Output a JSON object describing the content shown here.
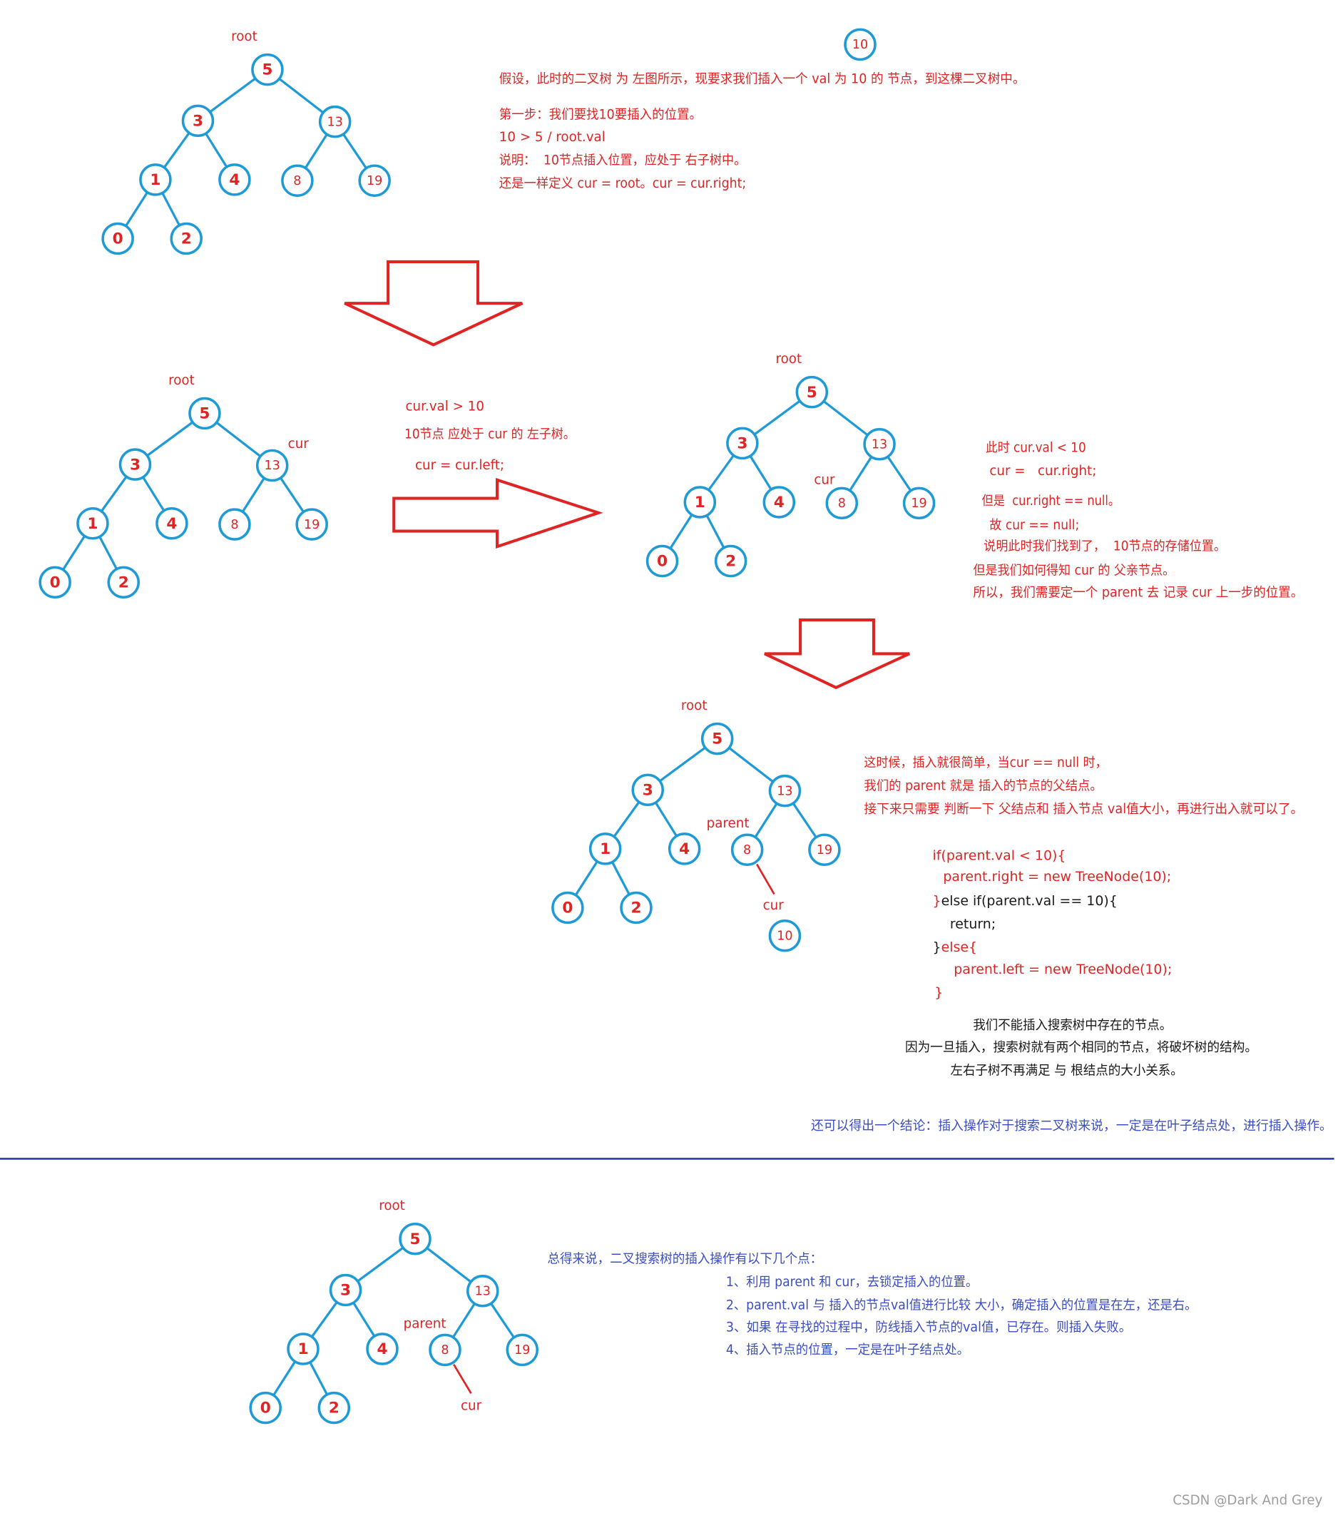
{
  "colors": {
    "red": "#e02424",
    "node_stroke": "#1e9ad6",
    "note_blue": "#3b4ec4",
    "divider": "#3641b8",
    "text": "#1a1a1a",
    "watermark": "#9d9d9d"
  },
  "insert_node": "10",
  "trees": [
    {
      "root_label": "root",
      "nodes": [
        "5",
        "3",
        "13",
        "1",
        "4",
        "8",
        "19",
        "0",
        "2"
      ]
    },
    {
      "root_label": "root",
      "nodes": [
        "5",
        "3",
        "13",
        "1",
        "4",
        "8",
        "19",
        "0",
        "2"
      ],
      "cur_label": "cur"
    },
    {
      "root_label": "root",
      "nodes": [
        "5",
        "3",
        "13",
        "1",
        "4",
        "8",
        "19",
        "0",
        "2"
      ],
      "cur_label": "cur"
    },
    {
      "root_label": "root",
      "nodes": [
        "5",
        "3",
        "13",
        "1",
        "4",
        "8",
        "19",
        "0",
        "2"
      ],
      "parent_label": "parent",
      "cur_label": "cur",
      "new_node": "10"
    },
    {
      "root_label": "root",
      "nodes": [
        "5",
        "3",
        "13",
        "1",
        "4",
        "8",
        "19",
        "0",
        "2"
      ],
      "parent_label": "parent",
      "cur_label": "cur"
    }
  ],
  "step1": {
    "lines": [
      "假设，此时的二叉树 为 左图所示，现要求我们插入一个 val 为 10 的 节点，到这棵二叉树中。",
      "第一步：我们要找10要插入的位置。",
      "10 > 5 / root.val",
      "说明：  10节点插入位置，应处于 右子树中。",
      "还是一样定义 cur = root。cur = cur.right;"
    ]
  },
  "step2": {
    "lines": [
      "cur.val > 10",
      "10节点 应处于 cur 的 左子树。",
      "cur = cur.left;"
    ]
  },
  "step3": {
    "lines": [
      "此时 cur.val < 10",
      "cur =   cur.right;",
      "但是  cur.right == null。",
      "故 cur == null;",
      "说明此时我们找到了，  10节点的存储位置。",
      "但是我们如何得知 cur 的 父亲节点。",
      "所以，我们需要定一个 parent 去 记录 cur 上一步的位置。"
    ]
  },
  "step4": {
    "lines": [
      "这时候，插入就很简单，当cur == null 时，",
      "我们的 parent 就是 插入的节点的父结点。",
      "接下来只需要 判断一下 父结点和 插入节点 val值大小，再进行出入就可以了。"
    ],
    "code": [
      [
        "if(parent.val < 10){"
      ],
      [
        "parent.right = new TreeNode(10);"
      ],
      [
        "}",
        "else if(parent.val == 10){"
      ],
      [
        "return;"
      ],
      [
        "}",
        "else{"
      ],
      [
        "parent.left = new TreeNode(10);"
      ],
      [
        "}"
      ]
    ],
    "notes": [
      "我们不能插入搜索树中存在的节点。",
      "因为一旦插入，搜索树就有两个相同的节点，将破坏树的结构。",
      "左右子树不再满足 与 根结点的大小关系。"
    ]
  },
  "conclusion": "还可以得出一个结论：插入操作对于搜索二叉树来说，一定是在叶子结点处，进行插入操作。",
  "summary": {
    "title": "总得来说，二叉搜索树的插入操作有以下几个点：",
    "points": [
      "1、利用 parent 和 cur，去锁定插入的位置。",
      "2、parent.val 与 插入的节点val值进行比较 大小，确定插入的位置是在左，还是右。",
      "3、如果 在寻找的过程中，防线插入节点的val值，已存在。则插入失败。",
      "4、插入节点的位置，一定是在叶子结点处。"
    ]
  },
  "watermark": "CSDN @Dark And Grey"
}
